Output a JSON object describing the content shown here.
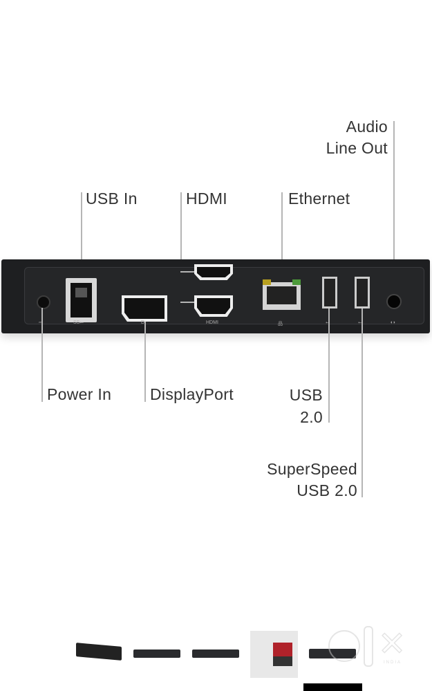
{
  "labels": {
    "audio_line_out": [
      "Audio",
      "Line Out"
    ],
    "usb_in": "USB In",
    "hdmi": "HDMI",
    "ethernet": "Ethernet",
    "power_in": "Power In",
    "displayport": "DisplayPort",
    "usb_2_0": [
      "USB",
      "2.0"
    ],
    "superspeed_usb": [
      "SuperSpeed",
      "USB 2.0"
    ]
  },
  "port_icons": [
    "power-icon",
    "usb3-icon",
    "displayport-icon",
    "hdmi-icon",
    "ethernet-icon",
    "usb-icon",
    "usb-icon",
    "headphone-icon"
  ],
  "gallery": {
    "thumbnails": [
      "dock-angle",
      "dock-front",
      "dock-back",
      "dock-setup",
      "dock-ports-diagram"
    ],
    "active_index": 4
  },
  "watermark": {
    "logo": "olx",
    "sub": "INDIA"
  },
  "colors": {
    "device": "#1e1f21",
    "label": "#333333",
    "leader": "#b5b5b5"
  }
}
